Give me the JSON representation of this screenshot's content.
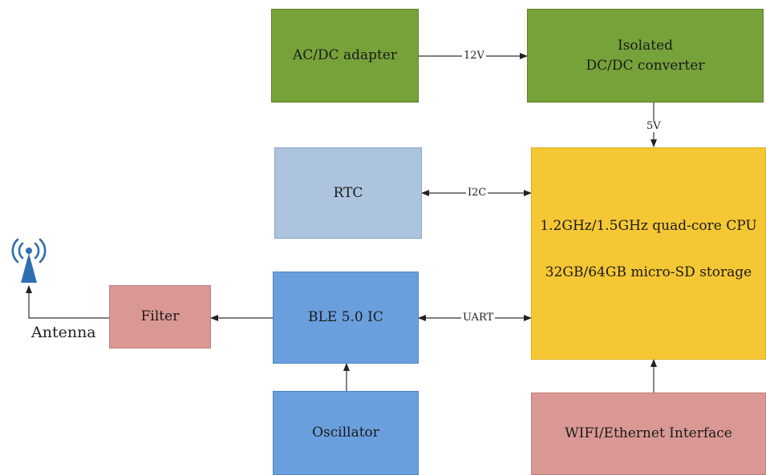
{
  "blocks": {
    "ac_dc_adapter": "AC/DC adapter",
    "isolated_converter_line1": "Isolated",
    "isolated_converter_line2": "DC/DC converter",
    "rtc": "RTC",
    "cpu_line1": "1.2GHz/1.5GHz quad-core CPU",
    "cpu_line2": "32GB/64GB micro-SD storage",
    "filter": "Filter",
    "ble": "BLE 5.0 IC",
    "oscillator": "Oscillator",
    "wifi": "WIFI/Ethernet Interface"
  },
  "connections": {
    "adapter_to_converter": "12V",
    "converter_to_cpu": "5V",
    "rtc_cpu": "I2C",
    "ble_cpu": "UART"
  },
  "antenna": {
    "label": "Antenna",
    "icon": "antenna-icon"
  },
  "colors": {
    "green": "#77a23a",
    "light_blue": "#adc4de",
    "blue": "#6a9fdd",
    "pink": "#da9894",
    "yellow": "#f5c734",
    "antenna_blue": "#2f6fb0"
  }
}
